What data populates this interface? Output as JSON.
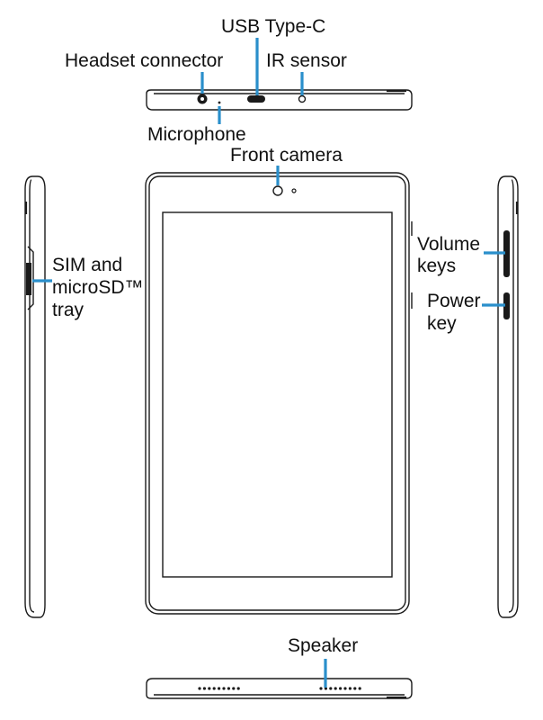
{
  "labels": {
    "usb": "USB Type-C",
    "headset": "Headset connector",
    "ir": "IR sensor",
    "microphone": "Microphone",
    "front_camera": "Front camera",
    "sim_line1": "SIM and",
    "sim_line2": "microSD™",
    "sim_line3": "tray",
    "volume_line1": "Volume",
    "volume_line2": "keys",
    "power_line1": "Power",
    "power_line2": "key",
    "speaker": "Speaker"
  },
  "colors": {
    "callout": "#2a8fcb",
    "outline": "#1a1a1a"
  }
}
